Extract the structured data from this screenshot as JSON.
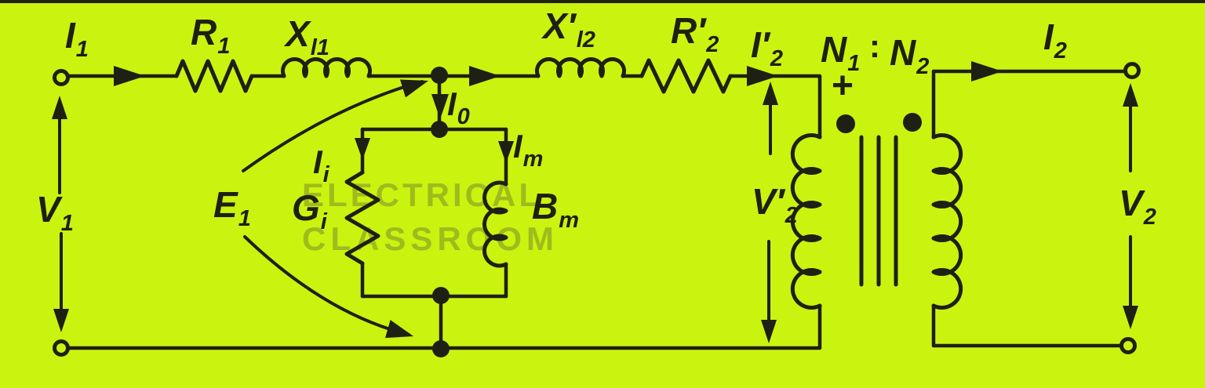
{
  "colors": {
    "background": "#cbf310",
    "ink": "#1e2013",
    "watermark": "rgba(100,110,45,0.42)",
    "top_edge_band": "#20240c"
  },
  "watermark": {
    "line1": "ELECTRICAL",
    "line2": "CLASSROOM"
  },
  "labels": {
    "i1": {
      "base": "I",
      "sub": "1"
    },
    "r1": {
      "base": "R",
      "sub": "1"
    },
    "xl1": {
      "base": "X",
      "sub": "l1"
    },
    "xl2": {
      "base": "X′",
      "sub": "l2"
    },
    "r2": {
      "base": "R′",
      "sub": "2"
    },
    "i2_prime": {
      "base": "I′",
      "sub": "2"
    },
    "n1": {
      "base": "N",
      "sub": "1"
    },
    "n2": {
      "base": "N",
      "sub": "2"
    },
    "ratio_colon": ":",
    "polarity_plus": "+",
    "i2": {
      "base": "I",
      "sub": "2"
    },
    "i0": {
      "base": "I",
      "sub": "0"
    },
    "ii": {
      "base": "I",
      "sub": "i"
    },
    "im": {
      "base": "I",
      "sub": "m"
    },
    "gi": {
      "base": "G",
      "sub": "i"
    },
    "bm": {
      "base": "B",
      "sub": "m"
    },
    "e1": {
      "base": "E",
      "sub": "1"
    },
    "v1": {
      "base": "V",
      "sub": "1"
    },
    "v2": {
      "base": "V",
      "sub": "2"
    },
    "v2_prime": {
      "base": "V′",
      "sub": "2"
    }
  }
}
